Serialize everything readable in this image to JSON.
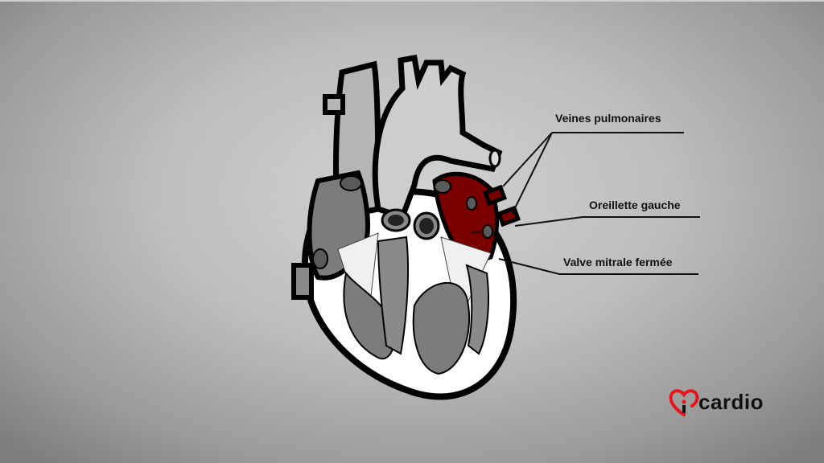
{
  "diagram": {
    "subject": "heart-anatomy",
    "highlight_color": "#7a0000",
    "labels": [
      {
        "id": "veines",
        "text": "Veines pulmonaires"
      },
      {
        "id": "oreillette",
        "text": "Oreillette gauche"
      },
      {
        "id": "valve",
        "text": "Valve mitrale fermée"
      }
    ]
  },
  "brand": {
    "name": "cardio",
    "accent_color": "#e8131b"
  }
}
